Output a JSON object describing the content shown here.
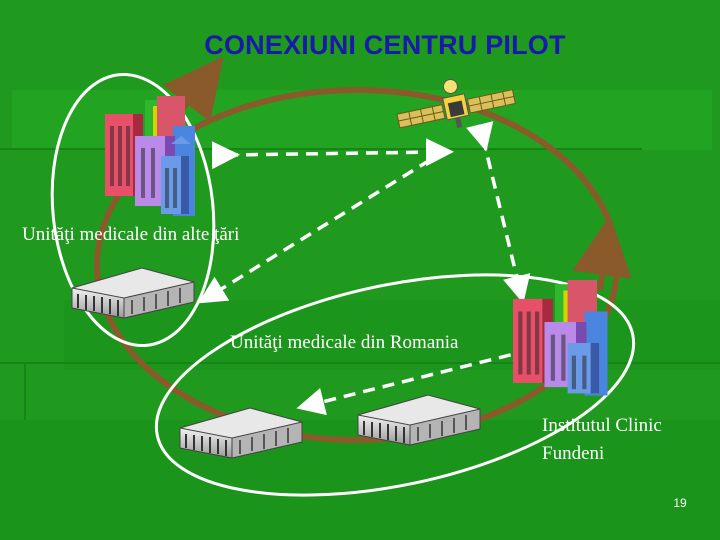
{
  "slide": {
    "title": "CONEXIUNI CENTRU PILOT",
    "labels": {
      "abroad_units": "Unităţi medicale din alte ţări",
      "romania_units": "Unităţi medicale din Romania",
      "fundeni_line1": "Institutul Clinic",
      "fundeni_line2": "Fundeni"
    },
    "page_number": "19"
  },
  "colors": {
    "background": "#1f9a1f",
    "title": "#1a1aa8",
    "ring": "#8a5a2a",
    "ellipse": "#ffffff",
    "dash": "#ffffff"
  },
  "icons": [
    "satellite-icon",
    "city-buildings-icon",
    "hospital-building-icon"
  ]
}
